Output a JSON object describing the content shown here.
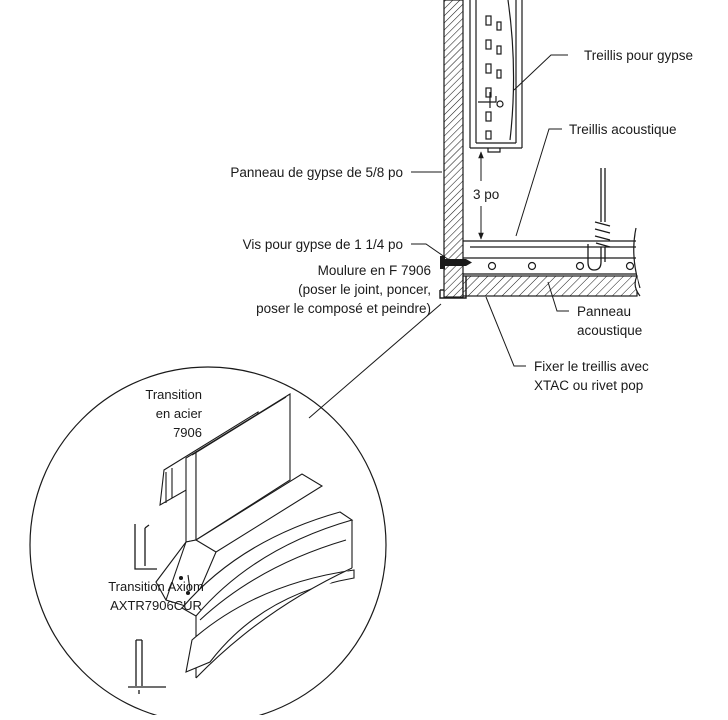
{
  "labels": {
    "treillis_gypse": "Treillis pour gypse",
    "treillis_acoustique": "Treillis acoustique",
    "panneau_gypse": "Panneau de gypse de 5/8 po",
    "trois_po": "3 po",
    "vis": "Vis pour gypse de 1 1/4 po",
    "moulure": [
      "Moulure en F 7906",
      "(poser le joint, poncer,",
      "poser le composé et peindre)"
    ],
    "panneau_acoustique": [
      "Panneau",
      "acoustique"
    ],
    "fixer": [
      "Fixer le treillis avec",
      "XTAC ou rivet pop"
    ],
    "transition_acier": [
      "Transition",
      "en acier",
      "7906"
    ],
    "transition_axiom": [
      "Transition Axiom",
      "AXTR7906CUR"
    ]
  },
  "colors": {
    "line": "#1a1a1a",
    "background": "#ffffff"
  }
}
